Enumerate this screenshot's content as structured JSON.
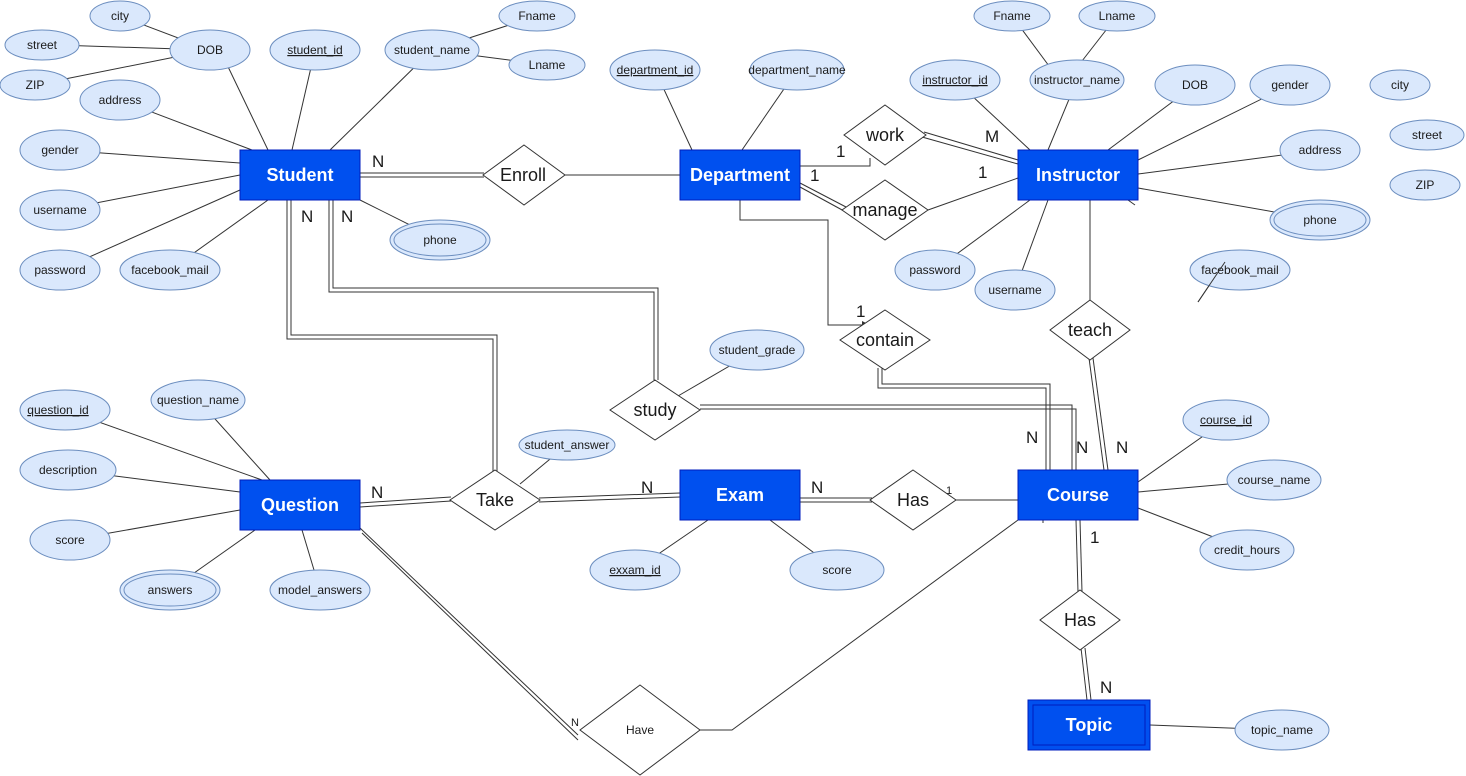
{
  "entities": {
    "student": "Student",
    "department": "Department",
    "instructor": "Instructor",
    "question": "Question",
    "exam": "Exam",
    "course": "Course",
    "topic": "Topic"
  },
  "relationships": {
    "enroll": "Enroll",
    "work": "work",
    "manage": "manage",
    "contain": "contain",
    "teach": "teach",
    "study": "study",
    "take": "Take",
    "exam_has": "Has",
    "course_has": "Has",
    "have": "Have"
  },
  "attributes": {
    "student": {
      "city": "city",
      "street": "street",
      "zip": "ZIP",
      "dob": "DOB",
      "student_id": "student_id",
      "student_name": "student_name",
      "fname": "Fname",
      "lname": "Lname",
      "address": "address",
      "gender": "gender",
      "username": "username",
      "password": "password",
      "facebook_mail": "facebook_mail",
      "phone": "phone"
    },
    "department": {
      "department_id": "department_id",
      "department_name": "department_name"
    },
    "instructor": {
      "fname": "Fname",
      "lname": "Lname",
      "instructor_id": "instructor_id",
      "instructor_name": "instructor_name",
      "dob": "DOB",
      "gender": "gender",
      "city": "city",
      "street": "street",
      "zip": "ZIP",
      "address": "address",
      "phone": "phone",
      "password": "password",
      "username": "username",
      "facebook_mail": "facebook_mail"
    },
    "question": {
      "question_id": "question_id",
      "question_name": "question_name",
      "description": "description",
      "score": "score",
      "answers": "answers",
      "model_answers": "model_answers"
    },
    "exam": {
      "exam_id": "exxam_id",
      "score": "score"
    },
    "study": {
      "student_grade": "student_grade"
    },
    "take": {
      "student_answer": "student_answer"
    },
    "course": {
      "course_id": "course_id",
      "course_name": "course_name",
      "credit_hours": "credit_hours"
    },
    "topic": {
      "topic_name": "topic_name"
    }
  },
  "cardinalities": {
    "student_enroll": "N",
    "student_take": "N",
    "student_study": "N",
    "dept_work": "1",
    "dept_manage": "1",
    "instructor_work": "M",
    "instructor_manage": "1",
    "dept_contain": "1",
    "course_contain": "N",
    "course_study": "N",
    "course_teach": "N",
    "question_take": "N",
    "exam_take": "N",
    "exam_has": "N",
    "course_exam_has": "1",
    "course_topic_has": "1",
    "topic_has": "N",
    "question_have": "N"
  },
  "colors": {
    "entity_fill": "#0050EF",
    "entity_stroke": "#001DBC",
    "attribute_fill": "#DAE8FC",
    "attribute_stroke": "#6C8EBF",
    "line": "#333333"
  }
}
